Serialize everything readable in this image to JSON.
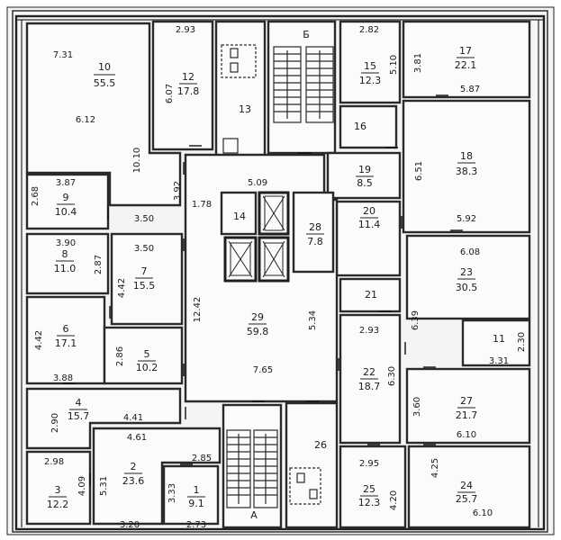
{
  "rooms": [
    {
      "id": "r1",
      "number": "1",
      "area": "9.1"
    },
    {
      "id": "r2",
      "number": "2",
      "area": "23.6"
    },
    {
      "id": "r3",
      "number": "3",
      "area": "12.2"
    },
    {
      "id": "r4",
      "number": "4",
      "area": "15.7"
    },
    {
      "id": "r5",
      "number": "5",
      "area": "10.2"
    },
    {
      "id": "r6",
      "number": "6",
      "area": "17.1"
    },
    {
      "id": "r7",
      "number": "7",
      "area": "15.5"
    },
    {
      "id": "r8",
      "number": "8",
      "area": "11.0"
    },
    {
      "id": "r9",
      "number": "9",
      "area": "10.4"
    },
    {
      "id": "r10",
      "number": "10",
      "area": "55.5"
    },
    {
      "id": "r11",
      "number": "11",
      "area": ""
    },
    {
      "id": "r12",
      "number": "12",
      "area": "17.8"
    },
    {
      "id": "r13",
      "number": "13",
      "area": ""
    },
    {
      "id": "r14",
      "number": "14",
      "area": ""
    },
    {
      "id": "r15",
      "number": "15",
      "area": "12.3"
    },
    {
      "id": "r16",
      "number": "16",
      "area": ""
    },
    {
      "id": "r17",
      "number": "17",
      "area": "22.1"
    },
    {
      "id": "r18",
      "number": "18",
      "area": "38.3"
    },
    {
      "id": "r19",
      "number": "19",
      "area": "8.5"
    },
    {
      "id": "r20",
      "number": "20",
      "area": "11.4"
    },
    {
      "id": "r21",
      "number": "21",
      "area": ""
    },
    {
      "id": "r22",
      "number": "22",
      "area": "18.7"
    },
    {
      "id": "r23",
      "number": "23",
      "area": "30.5"
    },
    {
      "id": "r24",
      "number": "24",
      "area": "25.7"
    },
    {
      "id": "r25",
      "number": "25",
      "area": "12.3"
    },
    {
      "id": "r26",
      "number": "26",
      "area": ""
    },
    {
      "id": "r27",
      "number": "27",
      "area": "21.7"
    },
    {
      "id": "r28",
      "number": "28",
      "area": "7.8"
    },
    {
      "id": "r29",
      "number": "29",
      "area": "59.8"
    }
  ],
  "stairs": {
    "a": "А",
    "b": "Б"
  },
  "dimensions": [
    "7.31",
    "6.12",
    "10.10",
    "2.93",
    "6.07",
    "2.82",
    "5.10",
    "3.81",
    "5.87",
    "6.51",
    "5.92",
    "3.87",
    "2.68",
    "3.50",
    "3.92",
    "1.78",
    "5.09",
    "3.90",
    "2.87",
    "3.50",
    "4.42",
    "12.42",
    "5.34",
    "6.08",
    "6.39",
    "2.30",
    "3.31",
    "4.42",
    "2.86",
    "2.93",
    "6.30",
    "3.88",
    "7.65",
    "3.60",
    "6.10",
    "2.90",
    "4.41",
    "4.61",
    "2.85",
    "2.95",
    "4.25",
    "2.98",
    "4.09",
    "5.31",
    "3.33",
    "4.20",
    "6.10",
    "3.20",
    "2.73"
  ]
}
